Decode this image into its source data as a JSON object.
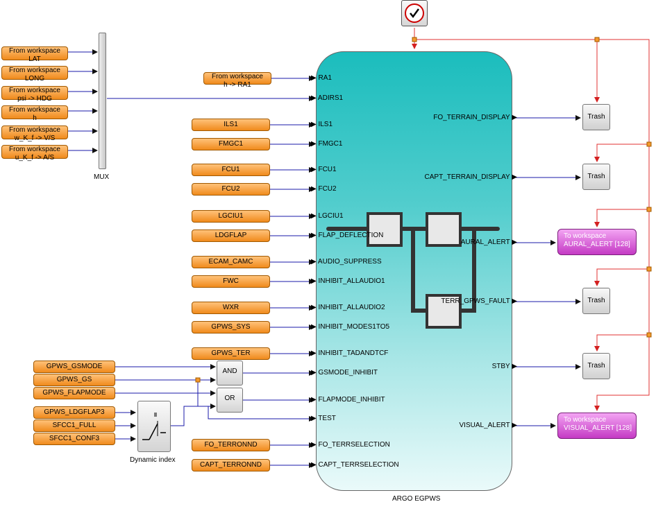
{
  "clock": {
    "icon": "clock-icon"
  },
  "mux": {
    "label": "MUX"
  },
  "workspace_sources": [
    {
      "line1": "From workspace",
      "line2": "LAT"
    },
    {
      "line1": "From workspace",
      "line2": "LONG"
    },
    {
      "line1": "From workspace",
      "line2": "psi -> HDG"
    },
    {
      "line1": "From workspace",
      "line2": "h"
    },
    {
      "line1": "From workspace",
      "line2": "w_K_f -> V/S"
    },
    {
      "line1": "From workspace",
      "line2": "u_K_f -> A/S"
    },
    {
      "line1": "From workspace",
      "line2": "h -> RA1"
    }
  ],
  "sources": [
    "ILS1",
    "FMGC1",
    "FCU1",
    "FCU2",
    "LGCIU1",
    "LDGFLAP",
    "ECAM_CAMC",
    "FWC",
    "WXR",
    "GPWS_SYS",
    "GPWS_TER"
  ],
  "left_sources": [
    "GPWS_GSMODE",
    "GPWS_GS",
    "GPWS_FLAPMODE",
    "GPWS_LDGFLAP3",
    "SFCC1_FULL",
    "SFCC1_CONF3"
  ],
  "gates": {
    "and": "AND",
    "or": "OR"
  },
  "dynamic_index": {
    "label": "Dynamic index",
    "icon": "switch-icon"
  },
  "main_block": {
    "name": "ARGO EGPWS",
    "inputs": [
      "RA1",
      "ADIRS1",
      "ILS1",
      "FMGC1",
      "FCU1",
      "FCU2",
      "LGCIU1",
      "FLAP_DEFLECTION",
      "AUDIO_SUPPRESS",
      "INHIBIT_ALLAUDIO1",
      "INHIBIT_ALLAUDIO2",
      "INHIBIT_MODES1TO5",
      "INHIBIT_TADANDTCF",
      "GSMODE_INHIBIT",
      "FLAPMODE_INHIBIT",
      "TEST",
      "FO_TERRSELECTION",
      "CAPT_TERRSELECTION"
    ],
    "outputs": [
      "FO_TERRAIN_DISPLAY",
      "CAPT_TERRAIN_DISPLAY",
      "AURAL_ALERT",
      "TERR_GPWS_FAULT",
      "STBY",
      "VISUAL_ALERT"
    ],
    "icon": "superblock-icon"
  },
  "sources_bottom": [
    "FO_TERRONND",
    "CAPT_TERRONND"
  ],
  "sinks": {
    "trash": [
      "Trash",
      "Trash",
      "Trash",
      "Trash"
    ],
    "to_workspace": [
      {
        "line1": "To workspace",
        "line2": "AURAL_ALERT [128]"
      },
      {
        "line1": "To workspace",
        "line2": "VISUAL_ALERT [128]"
      }
    ]
  },
  "colors": {
    "signal_line": "#1a1aa8",
    "event_line": "#e03030",
    "source_fill": "#f59a2a",
    "main_fill": "#1bbdbd",
    "sink_fill": "#d44ad4"
  }
}
